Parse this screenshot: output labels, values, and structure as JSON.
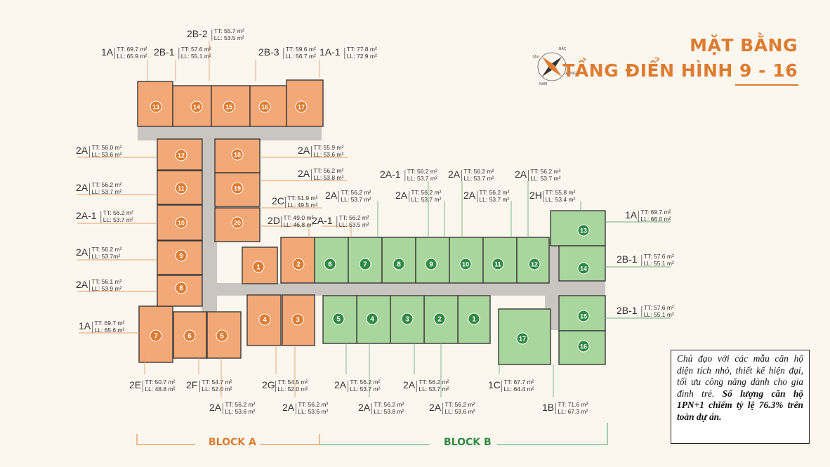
{
  "title": {
    "line1": "MẶT BẰNG",
    "line2": "TẦNG ĐIỂN HÌNH 9 - 16"
  },
  "compass": {
    "north": "BẮC",
    "south": "NAM",
    "east": "ĐÔNG",
    "west": "TÂY"
  },
  "blocks": {
    "a": "BLOCK A",
    "b": "BLOCK B"
  },
  "colors": {
    "block_a": "#f3a877",
    "block_b": "#a9d69c",
    "block_a_badge": "#dd7c31",
    "block_b_badge": "#2f8a44",
    "accent": "#dd7c31",
    "line": "#e5a170",
    "line_green": "#6cb47d"
  },
  "note": {
    "part1": "Chủ đạo với các mẫu căn hộ diện tích nhỏ, thiết kế hiện đại, tối ưu công năng dành cho gia đình trẻ. ",
    "part2": "Số lượng căn hộ 1PN+1 chiếm tỷ lệ 76.3% trên toàn dự án."
  },
  "units_a": [
    "1",
    "2",
    "3",
    "4",
    "5",
    "6",
    "7",
    "8",
    "9",
    "10",
    "11",
    "12",
    "13",
    "14",
    "15",
    "16",
    "17",
    "18",
    "19",
    "20"
  ],
  "units_b": [
    "1",
    "2",
    "3",
    "4",
    "5",
    "6",
    "7",
    "8",
    "9",
    "10",
    "11",
    "12",
    "13",
    "14",
    "15",
    "16",
    "17"
  ],
  "labels": [
    {
      "type": "1A",
      "tt": "TT: 69.7 m²",
      "ll": "LL: 65.9 m²"
    },
    {
      "type": "2B-1",
      "tt": "TT: 57.6 m²",
      "ll": "LL: 55.1 m²"
    },
    {
      "type": "2B-2",
      "tt": "TT: 55.7 m²",
      "ll": "LL: 53.5 m²"
    },
    {
      "type": "2B-3",
      "tt": "TT: 59.6 m²",
      "ll": "LL: 56.7 m²"
    },
    {
      "type": "1A-1",
      "tt": "TT: 77.8 m²",
      "ll": "LL: 72.9 m²"
    },
    {
      "type": "2A",
      "tt": "TT: 56.0 m²",
      "ll": "LL: 53.6 m²"
    },
    {
      "type": "2A",
      "tt": "TT: 56.2 m²",
      "ll": "LL: 53.7 m²"
    },
    {
      "type": "2A-1",
      "tt": "TT: 56.2 m²",
      "ll": "LL: 53.7 m²"
    },
    {
      "type": "2A",
      "tt": "TT: 56.2 m²",
      "ll": "LL: 53.7m²"
    },
    {
      "type": "2A",
      "tt": "TT: 56.1 m²",
      "ll": "LL: 53.9 m²"
    },
    {
      "type": "1A",
      "tt": "TT: 69.7 m²",
      "ll": "LL: 65.6 m²"
    },
    {
      "type": "2A",
      "tt": "TT: 55.9 m²",
      "ll": "LL: 53.6 m²"
    },
    {
      "type": "2A",
      "tt": "TT: 56.2 m²",
      "ll": "LL: 53.8 m²"
    },
    {
      "type": "2C",
      "tt": "TT: 51.9 m²",
      "ll": "LL: 49.5 m²"
    },
    {
      "type": "2D",
      "tt": "TT: 49.0 m²",
      "ll": "LL: 46.8 m²"
    },
    {
      "type": "2A-1",
      "tt": "TT: 56.2 m²",
      "ll": "LL: 53.5 m²"
    },
    {
      "type": "2A",
      "tt": "TT: 56.2 m²",
      "ll": "LL: 53.7 m²"
    },
    {
      "type": "2A-1",
      "tt": "TT: 56.2 m²",
      "ll": "LL: 53.7 m²"
    },
    {
      "type": "2A",
      "tt": "TT: 56.2 m²",
      "ll": "LL: 53.7 m²"
    },
    {
      "type": "2A",
      "tt": "TT: 56.2 m²",
      "ll": "LL: 53.7 m²"
    },
    {
      "type": "2A",
      "tt": "TT: 56.2 m²",
      "ll": "LL: 53.7 m²"
    },
    {
      "type": "2A",
      "tt": "TT: 56.2 m²",
      "ll": "LL: 53.7 m²"
    },
    {
      "type": "2H",
      "tt": "TT: 55.8 m²",
      "ll": "LL: 53.4 m²"
    },
    {
      "type": "1A",
      "tt": "TT: 69.7 m²",
      "ll": "LL: 66.0 m²"
    },
    {
      "type": "2B-1",
      "tt": "TT: 57.6 m²",
      "ll": "LL: 55.1 m²"
    },
    {
      "type": "2B-1",
      "tt": "TT: 57.6 m²",
      "ll": "LL: 55.1 m²"
    },
    {
      "type": "2E",
      "tt": "TT: 50.7 m²",
      "ll": "LL: 48.8 m²"
    },
    {
      "type": "2F",
      "tt": "TT: 54.7 m²",
      "ll": "LL: 52.0 m²"
    },
    {
      "type": "2G",
      "tt": "TT: 54.5 m²",
      "ll": "LL: 52.0 m²"
    },
    {
      "type": "2A",
      "tt": "TT: 56.2 m²",
      "ll": "LL: 53.6 m²"
    },
    {
      "type": "2A",
      "tt": "TT: 56.2 m²",
      "ll": "LL: 53.6 m²"
    },
    {
      "type": "2A",
      "tt": "TT: 56.2 m²",
      "ll": "LL: 53.7 m²"
    },
    {
      "type": "2A",
      "tt": "TT: 56.2 m²",
      "ll": "LL: 53.8 m²"
    },
    {
      "type": "2A",
      "tt": "TT: 56.2 m²",
      "ll": "LL: 53.7 m²"
    },
    {
      "type": "2A",
      "tt": "TT: 56.2 m²",
      "ll": "LL: 53.6 m²"
    },
    {
      "type": "1C",
      "tt": "TT: 67.7 m²",
      "ll": "LL: 64.4 m²"
    },
    {
      "type": "1B",
      "tt": "TT: 71.6 m²",
      "ll": "LL: 67.3 m²"
    }
  ]
}
